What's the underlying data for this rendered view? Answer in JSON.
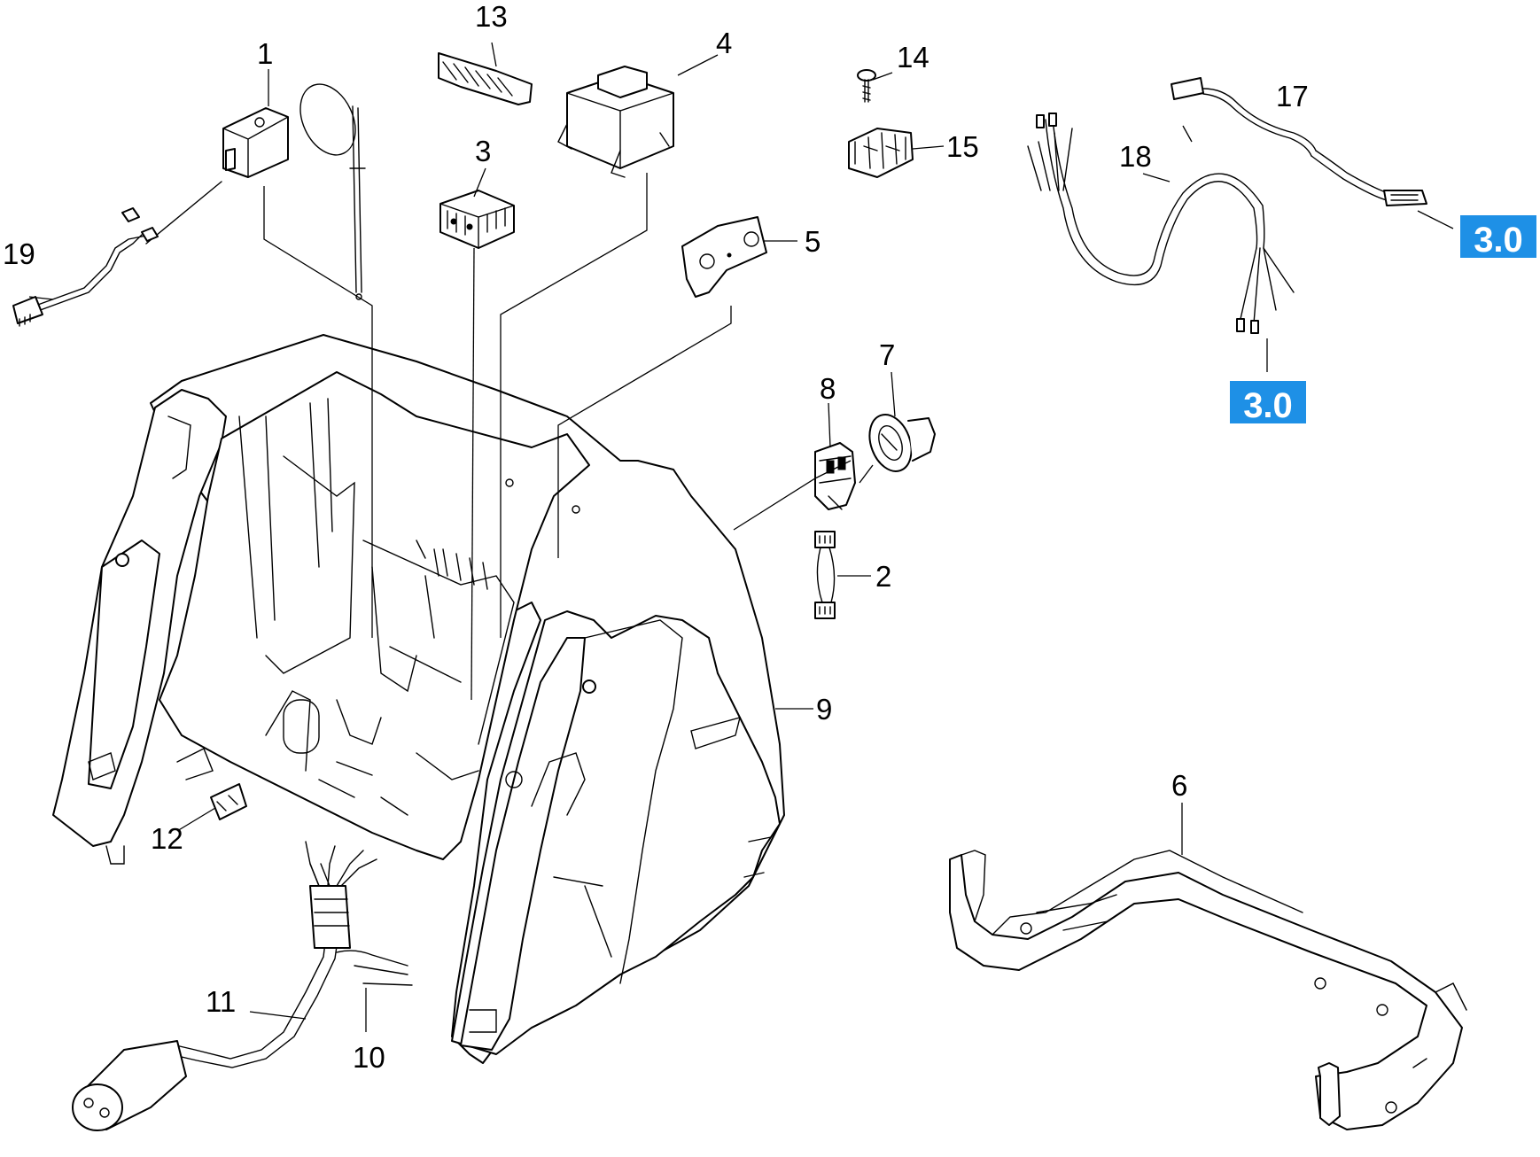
{
  "callouts": {
    "p1": "1",
    "p2": "2",
    "p3": "3",
    "p4": "4",
    "p5": "5",
    "p6": "6",
    "p7": "7",
    "p8": "8",
    "p9": "9",
    "p10": "10",
    "p11": "11",
    "p12": "12",
    "p13": "13",
    "p14": "14",
    "p15": "15",
    "p17": "17",
    "p18": "18",
    "p19": "19"
  },
  "references": {
    "ref_17": "3.0",
    "ref_18": "3.0"
  },
  "colors": {
    "reference_box": "#1e90e6",
    "lines": "#000000",
    "background": "#ffffff"
  }
}
